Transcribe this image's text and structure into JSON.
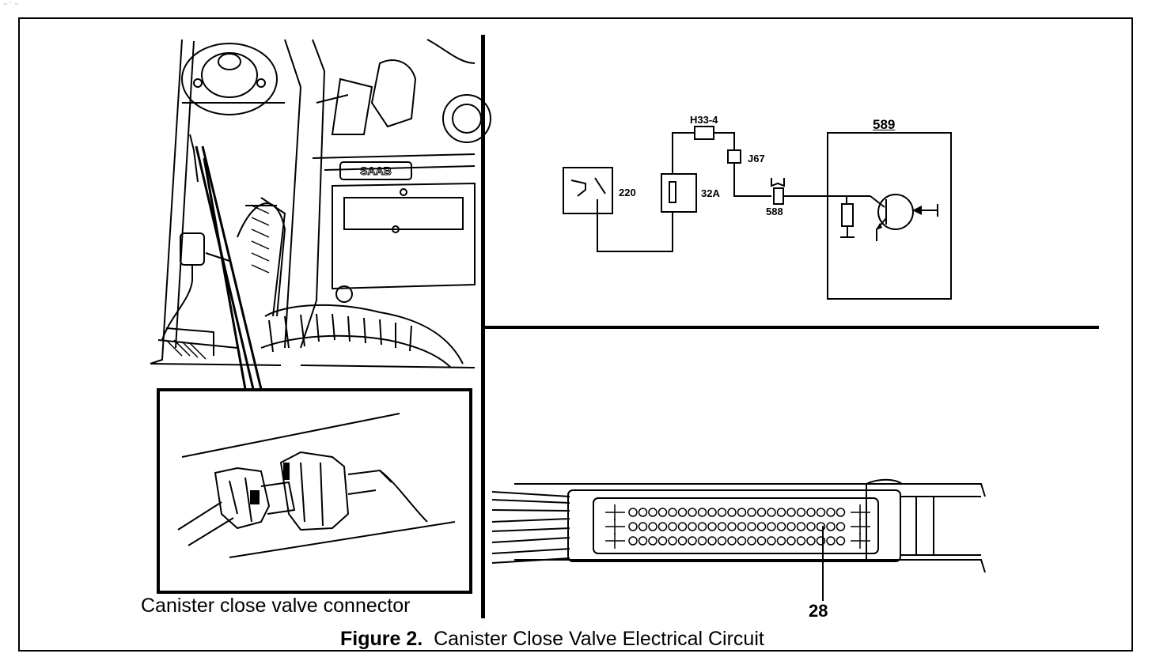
{
  "caption": {
    "connector": "Canister close valve connector",
    "figure_number": "Figure 2.",
    "figure_title": "Canister Close Valve Electrical Circuit"
  },
  "schematic": {
    "connector_top": "H33-4",
    "relay": "220",
    "fuse": "32A",
    "junction": "J67",
    "valve": "588",
    "ecu": "589"
  },
  "ecu_connector": {
    "pin": "28"
  },
  "colors": {
    "ink": "#000000",
    "paper": "#ffffff"
  }
}
